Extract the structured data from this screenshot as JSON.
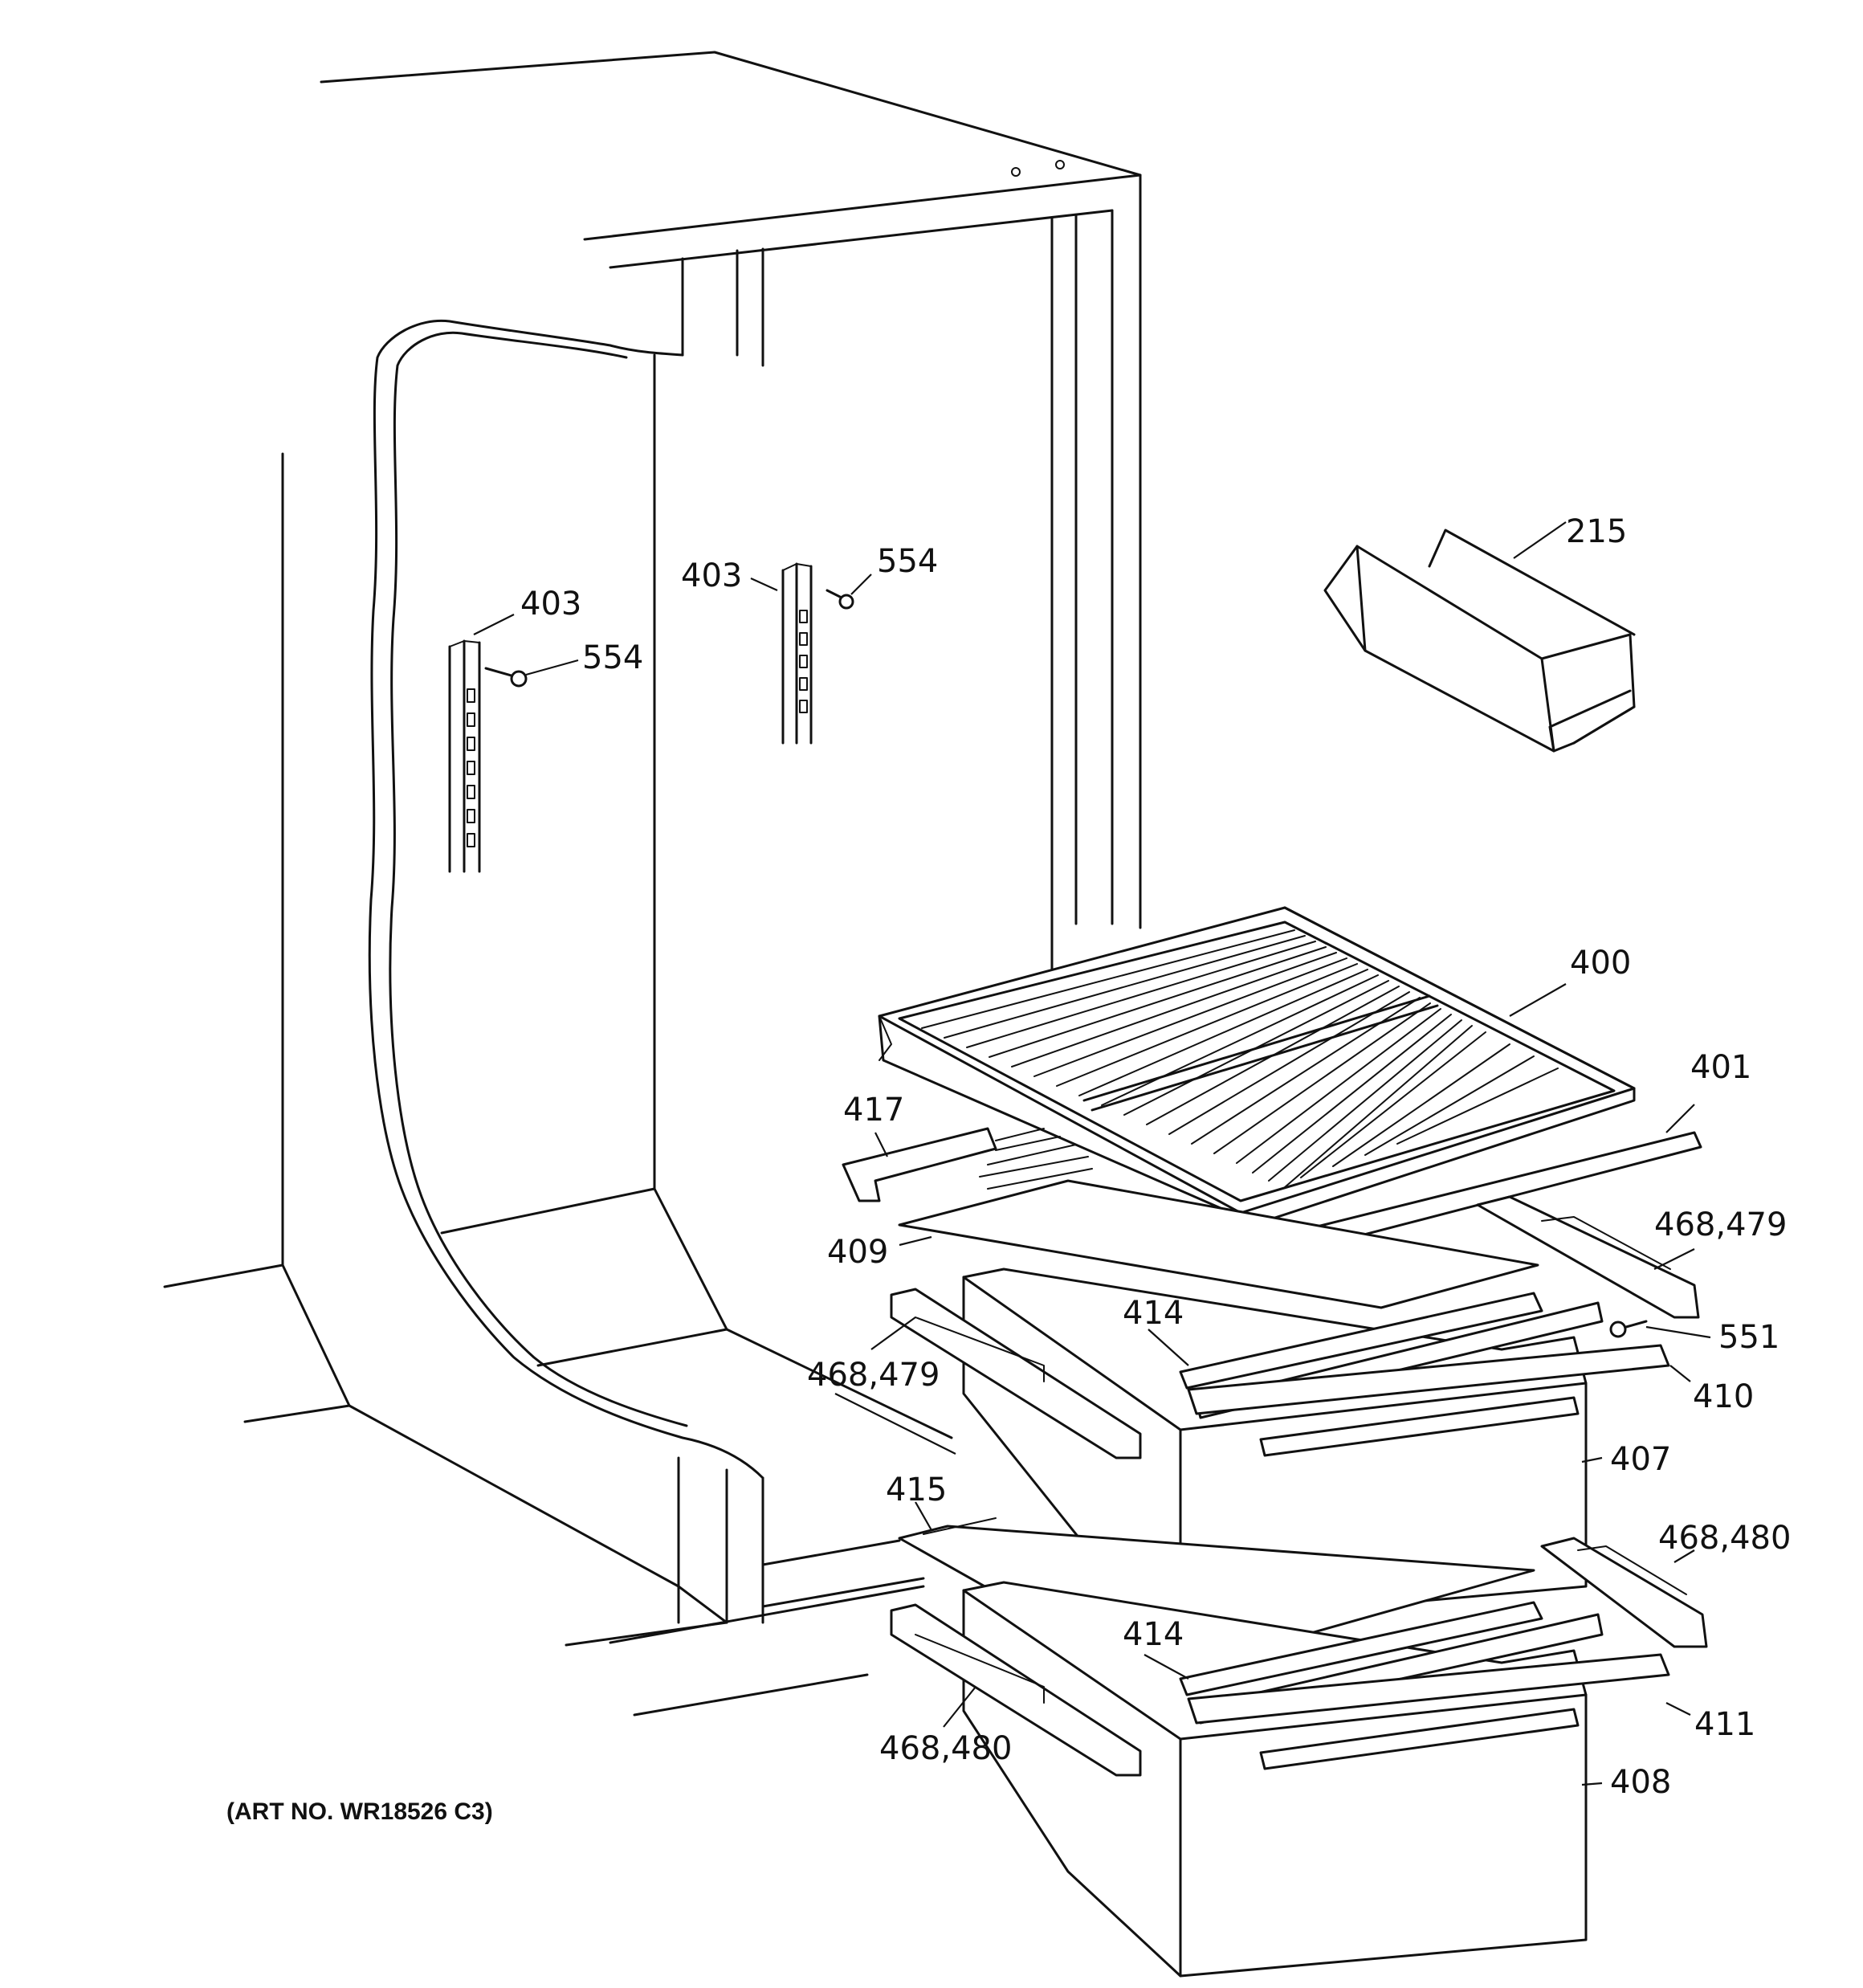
{
  "art_number": "(ART NO. WR18526 C3)",
  "labels": {
    "p215": "215",
    "p403_left": "403",
    "p554_left": "554",
    "p403_mid": "403",
    "p554_mid": "554",
    "p400": "400",
    "p401": "401",
    "p417": "417",
    "p409": "409",
    "p468_479_right": "468,479",
    "p414_upper": "414",
    "p551": "551",
    "p468_479_left": "468,479",
    "p410": "410",
    "p407": "407",
    "p415": "415",
    "p468_480_right": "468,480",
    "p414_lower": "414",
    "p411": "411",
    "p468_480_left": "468,480",
    "p408": "408"
  }
}
